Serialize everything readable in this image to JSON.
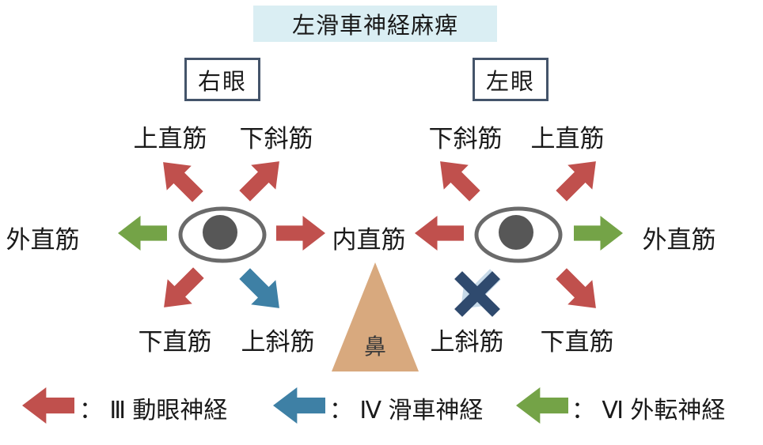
{
  "title": "左滑車神経麻痺",
  "colors": {
    "oculomotor_red": "#c0504d",
    "trochlear_blue": "#3e80a5",
    "abducens_green": "#74a347",
    "paralyzed_arrow_blue": "#c6d9e8",
    "x_mark_navy": "#2f4a6e",
    "nose_tan": "#d8a97e",
    "title_bg": "#daeef3",
    "box_border": "#44546a",
    "eye_outline": "#6a6a6a",
    "pupil_gray": "#575757"
  },
  "header": {
    "right_eye_label": "右眼",
    "left_eye_label": "左眼"
  },
  "labels": {
    "right_superior_rectus": "上直筋",
    "right_inferior_oblique": "下斜筋",
    "right_lateral_rectus": "外直筋",
    "medial_rectus": "内直筋",
    "right_inferior_rectus": "下直筋",
    "right_superior_oblique": "上斜筋",
    "left_inferior_oblique": "下斜筋",
    "left_superior_rectus": "上直筋",
    "left_lateral_rectus": "外直筋",
    "left_superior_oblique": "上斜筋",
    "left_inferior_rectus": "下直筋",
    "nose": "鼻"
  },
  "legend": [
    {
      "text": "： Ⅲ 動眼神経"
    },
    {
      "text": "： Ⅳ 滑車神経"
    },
    {
      "text": "： Ⅵ 外転神経"
    }
  ]
}
